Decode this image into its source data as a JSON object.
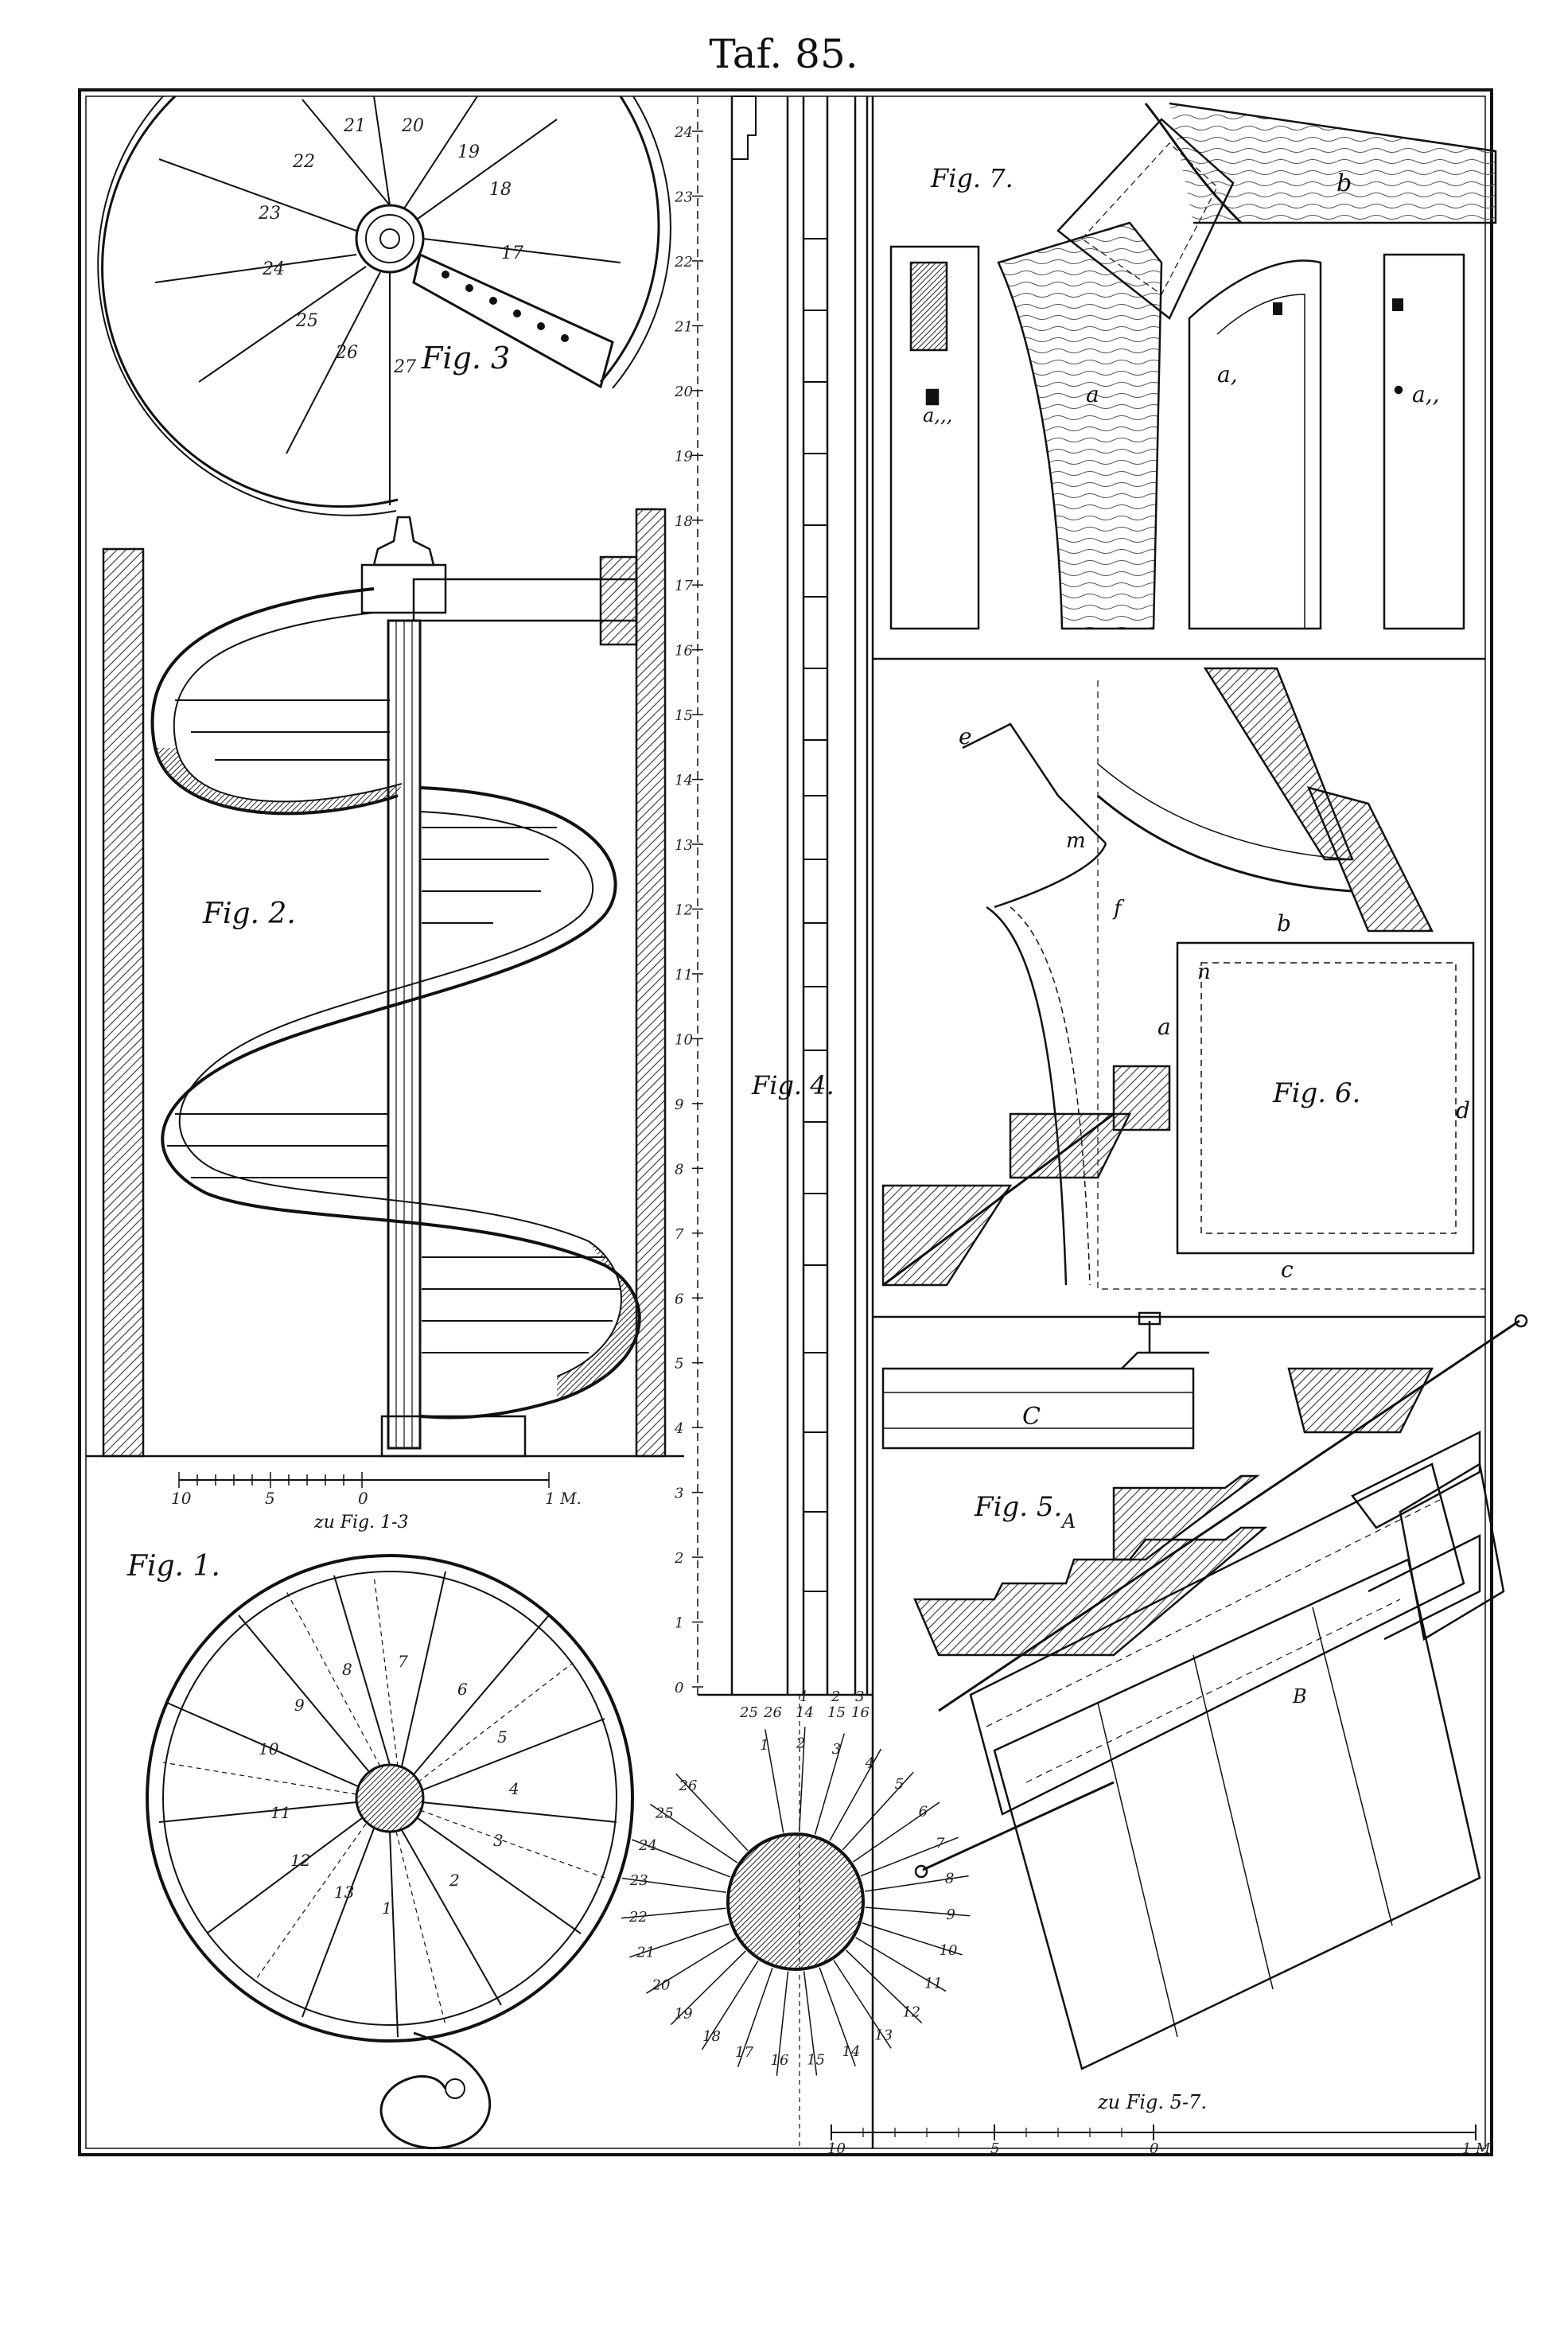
{
  "plate_title": "Taf. 85.",
  "figures": {
    "fig1": "Fig. 1.",
    "fig2": "Fig. 2.",
    "fig3": "Fig. 3",
    "fig4": "Fig. 4.",
    "fig5": "Fig. 5.",
    "fig6": "Fig. 6.",
    "fig7": "Fig. 7."
  },
  "scales": {
    "scale_a": {
      "caption": "zu Fig. 1-3",
      "left": "10",
      "mid": "5",
      "zero": "0",
      "right": "1 M."
    },
    "scale_b": {
      "caption": "zu Fig. 5-7.",
      "left": "10",
      "mid": "5",
      "zero": "0",
      "right": "1 M"
    }
  },
  "letters": {
    "A": "A",
    "B": "B",
    "C": "C",
    "a": "a",
    "b": "b",
    "c": "c",
    "d": "d",
    "e": "e",
    "f": "f",
    "m": "m",
    "n": "n",
    "a1": "a,",
    "a2": "a,,",
    "a3": "a,,,"
  },
  "fig3_steps": [
    "17",
    "18",
    "19",
    "20",
    "21",
    "22",
    "23",
    "24",
    "25",
    "26",
    "27"
  ],
  "fig1_steps": [
    "1",
    "2",
    "3",
    "4",
    "5",
    "6",
    "7",
    "8",
    "9",
    "10",
    "11",
    "12",
    "13"
  ],
  "fig4_plan_steps": [
    "1",
    "2",
    "3",
    "4",
    "5",
    "6",
    "7",
    "8",
    "9",
    "10",
    "11",
    "12",
    "13",
    "14",
    "15",
    "16",
    "17",
    "18",
    "19",
    "20",
    "21",
    "22",
    "23",
    "24",
    "25",
    "26"
  ],
  "fig4_bottom_labels": [
    "25",
    "26",
    "14",
    "15",
    "16",
    "1",
    "2",
    "3"
  ],
  "height_scale": [
    "0",
    "1",
    "2",
    "3",
    "4",
    "5",
    "6",
    "7",
    "8",
    "9",
    "10",
    "11",
    "12",
    "13",
    "14",
    "15",
    "16",
    "17",
    "18",
    "19",
    "20",
    "21",
    "22",
    "23",
    "24"
  ],
  "colors": {
    "ink": "#111111",
    "paper": "#ffffff",
    "hatch": "#555555"
  }
}
